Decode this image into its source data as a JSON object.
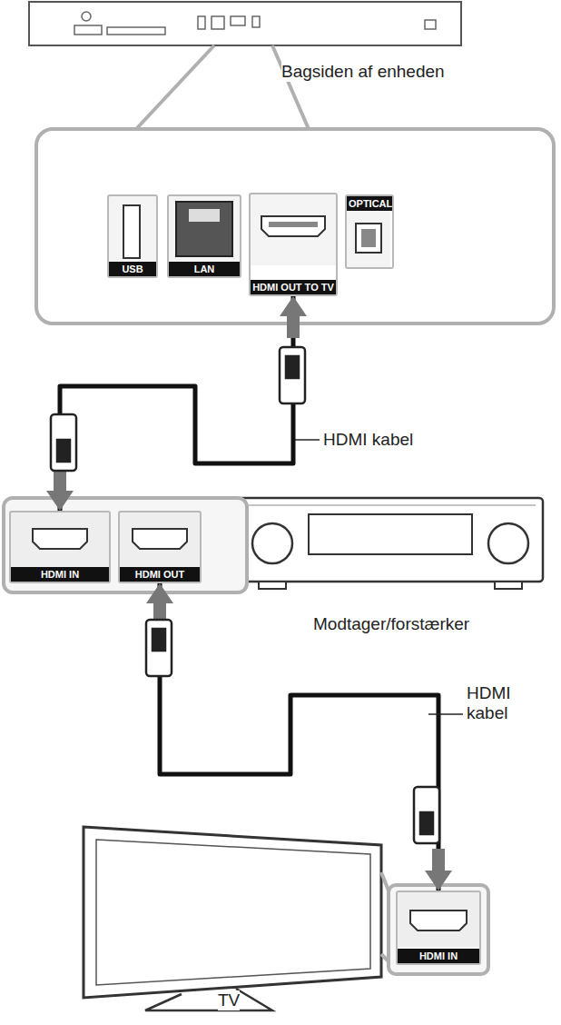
{
  "diagram": {
    "nodes": [
      {
        "text": [
          "USB"
        ]
      },
      {
        "text": [
          "LAN"
        ]
      },
      {
        "text": [
          "HDMI OUT TO TV"
        ]
      },
      {
        "text": [
          "OPTICAL"
        ]
      },
      {
        "text": [
          "HDMI IN"
        ]
      },
      {
        "text": [
          "HDMI OUT"
        ]
      },
      {
        "text": [
          "HDMI IN"
        ]
      }
    ],
    "edges": [
      {
        "from": 2,
        "to": 4,
        "arrow": "both"
      },
      {
        "from": 5,
        "to": 6,
        "arrow": "both"
      }
    ],
    "labels": [
      "Bagsiden af enheden",
      "HDMI kabel",
      "Modtager/forstærker",
      "HDMI kabel",
      "TV"
    ]
  }
}
